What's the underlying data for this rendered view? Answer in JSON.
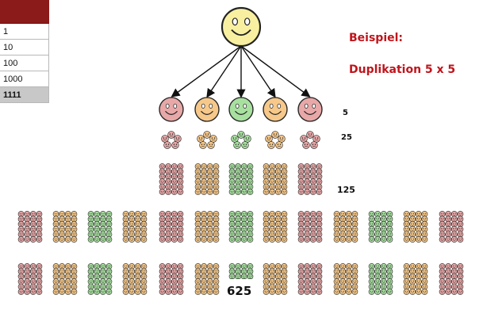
{
  "table": {
    "rows": [
      "1",
      "10",
      "100",
      "1000",
      "1111"
    ]
  },
  "example": {
    "title": "Beispiel:",
    "subtitle": "Duplikation 5 x 5"
  },
  "counts": {
    "level1": "5",
    "level2": "25",
    "level3": "125",
    "level4": "625"
  },
  "colors": {
    "accent_red": "#c0141b",
    "table_header": "#8b1a1a",
    "face_yellow": "#f8f0a0",
    "face_pink": "#e8a8a8",
    "face_orange": "#f6c88a",
    "face_green": "#a8e0a0"
  },
  "icons": {
    "top": "smiley-face-icon",
    "children": "smiley-face-icon"
  }
}
